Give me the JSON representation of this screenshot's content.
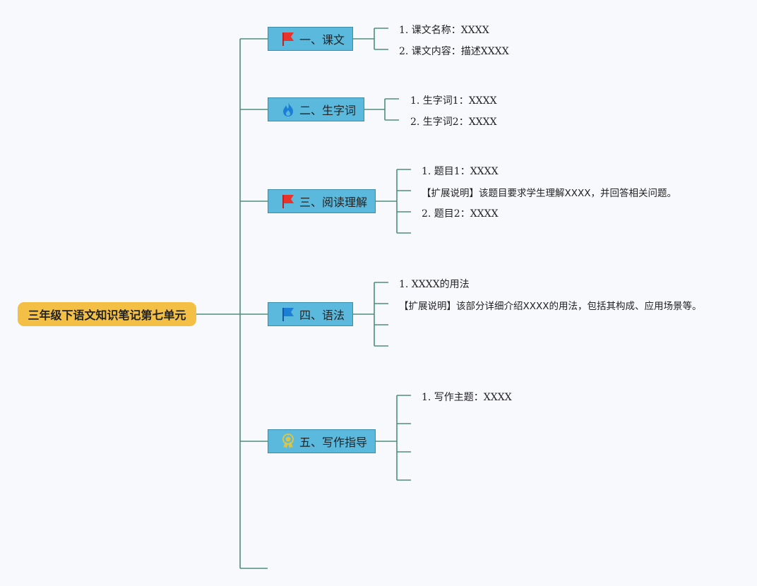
{
  "root": {
    "label": "三年级下语文知识笔记第七单元"
  },
  "branches": [
    {
      "label": "一、课文",
      "icon": "red-flag-icon",
      "items": [
        "1. 课文名称：XXXX",
        "2. 课文内容：描述XXXX"
      ]
    },
    {
      "label": "二、生字词",
      "icon": "flame-icon",
      "items": [
        "1. 生字词1：XXXX",
        "2. 生字词2：XXXX"
      ]
    },
    {
      "label": "三、阅读理解",
      "icon": "red-flag-icon",
      "items": [
        "1. 题目1：XXXX",
        "【扩展说明】该题目要求学生理解XXXX，并回答相关问题。",
        "2. 题目2：XXXX"
      ]
    },
    {
      "label": "四、语法",
      "icon": "blue-flag-icon",
      "items": [
        "1. XXXX的用法",
        "【扩展说明】该部分详细介绍XXXX的用法，包括其构成、应用场景等。"
      ]
    },
    {
      "label": "五、写作指导",
      "icon": "award-ribbon-icon",
      "items": [
        "1. 写作主题：XXXX"
      ]
    }
  ],
  "colors": {
    "root": "#f3c045",
    "branch": "#5ab9dc",
    "connector": "#4f8f78",
    "red_flag": "#e8322c",
    "blue_flag": "#1b7fd6",
    "flame": "#1b7fd6",
    "award": "#d9c54a"
  }
}
